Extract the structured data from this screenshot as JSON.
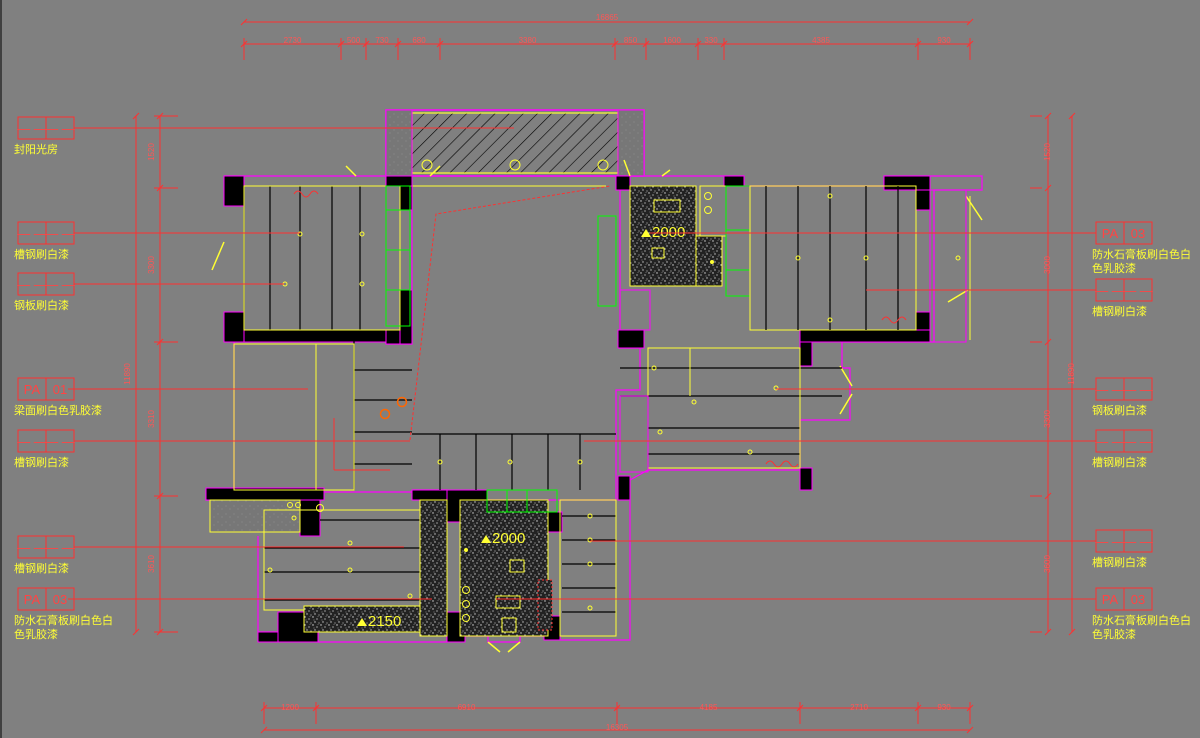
{
  "dimensions": {
    "top_total": "16865",
    "top_segments": [
      "2730",
      "500",
      "730",
      "680",
      "3380",
      "850",
      "1600",
      "330",
      "4385",
      "930"
    ],
    "bottom_total": "16305",
    "bottom_segments": [
      "1200",
      "6910",
      "4185",
      "2710",
      "930"
    ],
    "left_total": "11890",
    "left_segments": [
      "1520",
      "3300",
      "3310",
      "3610"
    ],
    "right_total": "11890",
    "right_segments": [
      "1520",
      "3000",
      "3300",
      "3600"
    ]
  },
  "left_tags": [
    {
      "code": "— —",
      "index": "— —",
      "text": "封阳光房"
    },
    {
      "code": "— —",
      "index": "— —",
      "text": "槽钢刷白漆"
    },
    {
      "code": "— —",
      "index": "— —",
      "text": "钢板刷白漆"
    },
    {
      "code": "PA",
      "index": "01",
      "text": "梁面刷白色乳胶漆"
    },
    {
      "code": "— —",
      "index": "— —",
      "text": "槽钢刷白漆"
    },
    {
      "code": "— —",
      "index": "— —",
      "text": "槽钢刷白漆"
    },
    {
      "code": "PA",
      "index": "03",
      "text": "防水石膏板刷白色白",
      "text2": "色乳胶漆"
    }
  ],
  "right_tags": [
    {
      "code": "PA",
      "index": "03",
      "text": "防水石膏板刷白色白",
      "text2": "色乳胶漆"
    },
    {
      "code": "— —",
      "index": "— —",
      "text": "槽钢刷白漆"
    },
    {
      "code": "— —",
      "index": "— —",
      "text": "钢板刷白漆"
    },
    {
      "code": "— —",
      "index": "— —",
      "text": "槽钢刷白漆"
    },
    {
      "code": "— —",
      "index": "— —",
      "text": "槽钢刷白漆"
    },
    {
      "code": "PA",
      "index": "03",
      "text": "防水石膏板刷白色白",
      "text2": "色乳胶漆"
    }
  ],
  "elevations": [
    "2000",
    "2000",
    "2150"
  ],
  "colors": {
    "background": "#808080",
    "wall": "#000000",
    "wall_outline": "#ff00ff",
    "dimension": "#ff3030",
    "ceiling": "#ffff33",
    "annotation": "#ffff33",
    "door": "#00ff00"
  }
}
